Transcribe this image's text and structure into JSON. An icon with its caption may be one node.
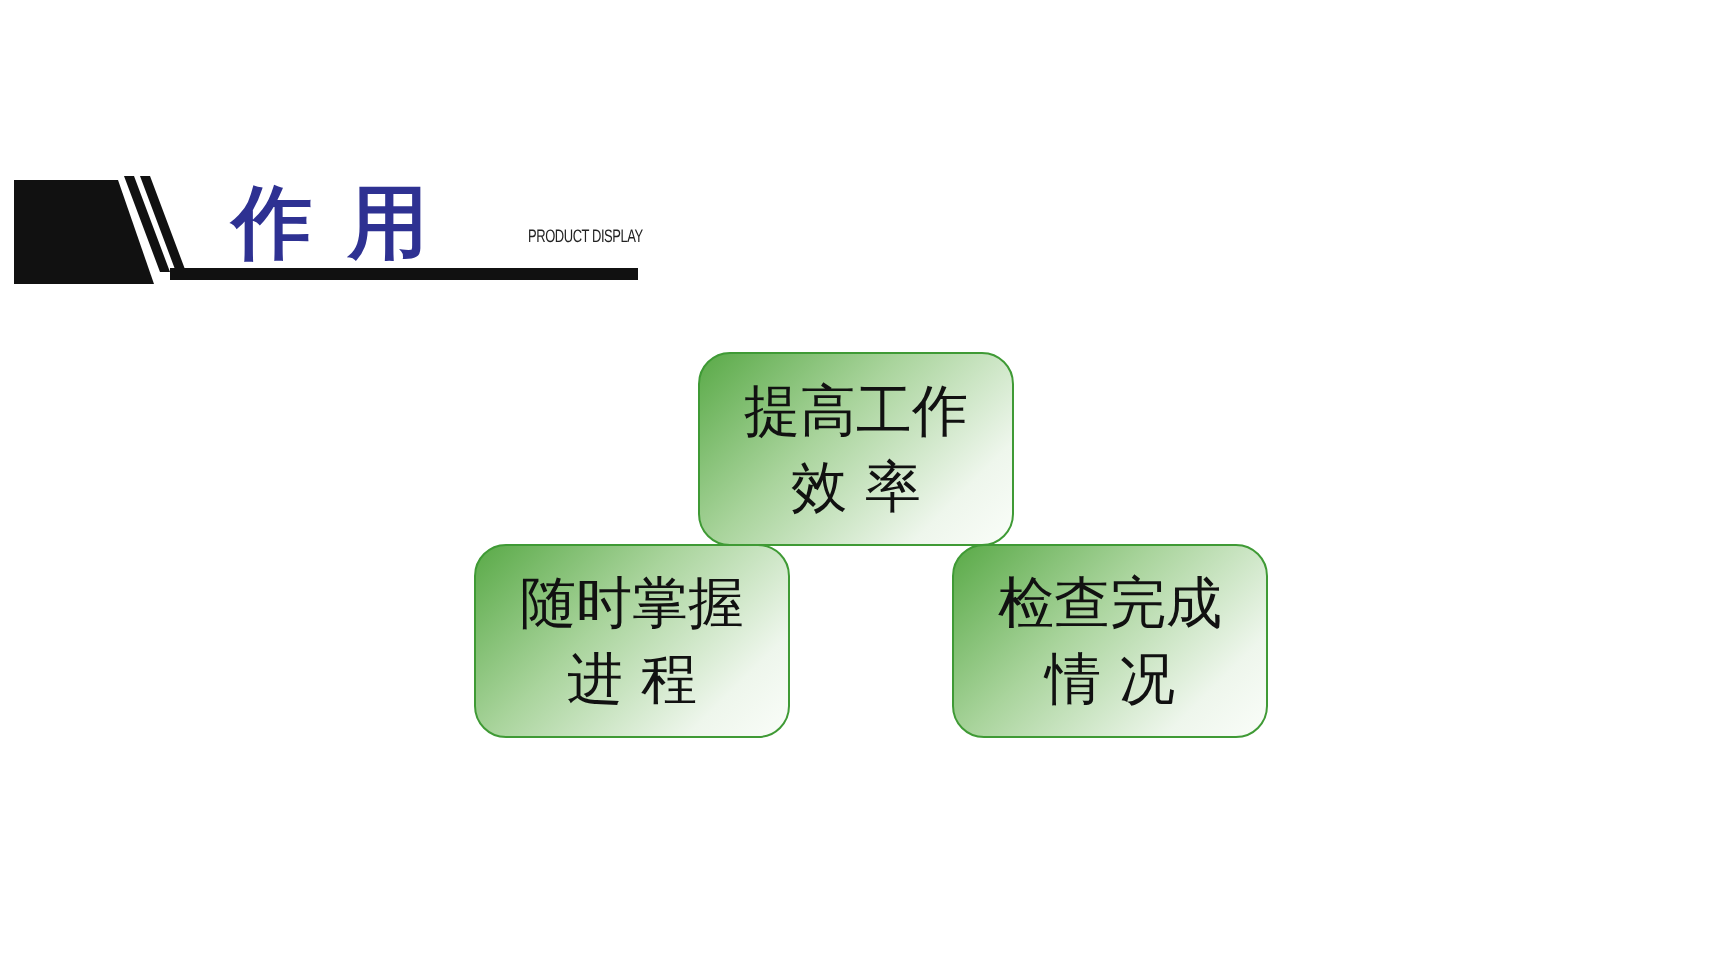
{
  "diagram": {
    "title": "作 用",
    "nodes": [
      {
        "text": [
          "提高工作效 率"
        ]
      },
      {
        "text": [
          "随时掌握进 程"
        ]
      },
      {
        "text": [
          "检查完成情 况"
        ]
      }
    ],
    "labels": [
      "PRODUCT DISPLAY"
    ]
  }
}
